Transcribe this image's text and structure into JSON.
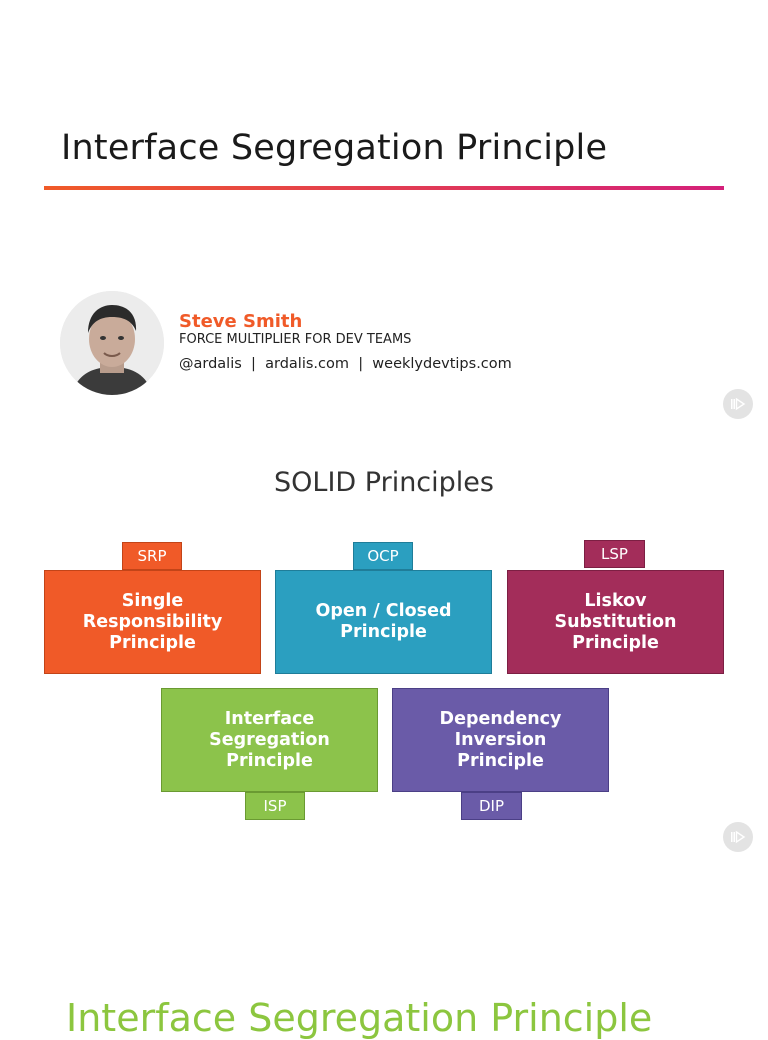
{
  "slide1": {
    "title": "Interface Segregation Principle",
    "author": {
      "name": "Steve Smith",
      "tagline": "FORCE MULTIPLIER FOR DEV TEAMS",
      "links": "@ardalis  |  ardalis.com  |  weeklydevtips.com"
    }
  },
  "slide2": {
    "heading": "SOLID Principles",
    "principles": [
      {
        "abbr": "SRP",
        "label": "Single Responsibility Principle",
        "color": "#f05a28",
        "border": "#c24418"
      },
      {
        "abbr": "OCP",
        "label": "Open / Closed Principle",
        "color": "#2b9fc0",
        "border": "#1f7d99"
      },
      {
        "abbr": "LSP",
        "label": "Liskov Substitution Principle",
        "color": "#a32d5a",
        "border": "#7c1f43"
      },
      {
        "abbr": "ISP",
        "label": "Interface Segregation Principle",
        "color": "#8cc34b",
        "border": "#6a9a32"
      },
      {
        "abbr": "DIP",
        "label": "Dependency Inversion Principle",
        "color": "#6a5ba8",
        "border": "#4b3f86"
      }
    ]
  },
  "slide3": {
    "title": "Interface Segregation Principle"
  },
  "icons": {
    "play": "play-badge-icon"
  }
}
